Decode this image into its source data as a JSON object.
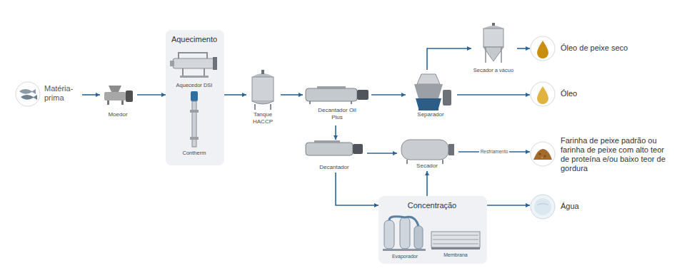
{
  "diagram": {
    "nodes": [
      {
        "text": [
          "Matéria-prima"
        ]
      },
      {
        "text": [
          "Moedor"
        ]
      },
      {
        "text": [
          "Aquecimento"
        ]
      },
      {
        "text": [
          "Aquecedor DSI"
        ],
        "in": 2
      },
      {
        "text": [
          "Contherm"
        ],
        "in": 2
      },
      {
        "text": [
          "Tanque HACCP"
        ]
      },
      {
        "text": [
          "Decantador Oil Plus"
        ]
      },
      {
        "text": [
          "Separador"
        ]
      },
      {
        "text": [
          "Secador a vácuo"
        ]
      },
      {
        "text": [
          "Óleo de peixe seco"
        ]
      },
      {
        "text": [
          "Óleo"
        ]
      },
      {
        "text": [
          "Decantador"
        ]
      },
      {
        "text": [
          "Secador"
        ]
      },
      {
        "text": [
          "Farinha de peixe padrão ou farinha de peixe com alto teor de proteína e/ou baixo teor de gordura"
        ]
      },
      {
        "text": [
          "Concentração"
        ]
      },
      {
        "text": [
          "Evaporador"
        ],
        "in": 14
      },
      {
        "text": [
          "Membrana"
        ],
        "in": 14
      },
      {
        "text": [
          "Água"
        ]
      }
    ],
    "edges": [
      {
        "from": 0,
        "to": 1,
        "arrow": "to"
      },
      {
        "from": 1,
        "to": 2,
        "arrow": "to"
      },
      {
        "from": 2,
        "to": 5,
        "arrow": "to"
      },
      {
        "from": 5,
        "to": 6,
        "arrow": "to"
      },
      {
        "from": 6,
        "to": 7,
        "arrow": "to"
      },
      {
        "from": 7,
        "to": 8,
        "arrow": "to"
      },
      {
        "from": 8,
        "to": 9,
        "arrow": "to"
      },
      {
        "from": 7,
        "to": 10,
        "arrow": "to"
      },
      {
        "from": 6,
        "to": 11,
        "arrow": "to"
      },
      {
        "from": 11,
        "to": 12,
        "arrow": "to"
      },
      {
        "from": 12,
        "to": 13,
        "label": "Resfriamento",
        "arrow": "to"
      },
      {
        "from": 11,
        "to": 14,
        "arrow": "to"
      },
      {
        "from": 14,
        "to": 12,
        "arrow": "to"
      },
      {
        "from": 14,
        "to": 17,
        "arrow": "to"
      }
    ]
  }
}
